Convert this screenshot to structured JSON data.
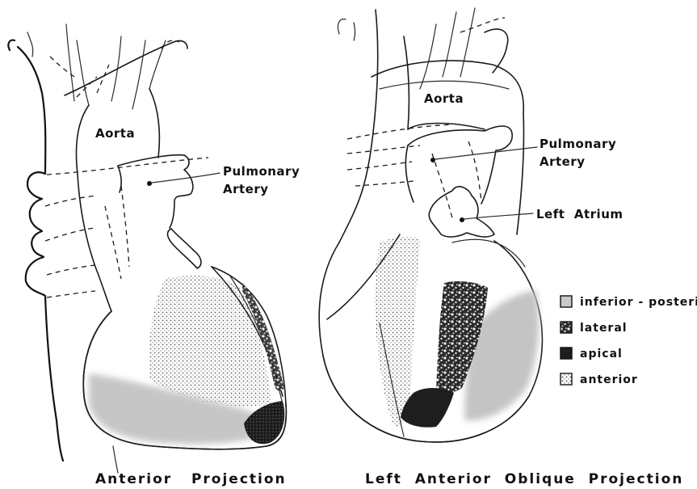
{
  "figure": {
    "left_panel": {
      "labels": {
        "aorta": "Aorta",
        "pulmonary_line1": "Pulmonary",
        "pulmonary_line2": "Artery"
      },
      "caption": "Anterior   Projection"
    },
    "right_panel": {
      "labels": {
        "aorta": "Aorta",
        "pulmonary_line1": "Pulmonary",
        "pulmonary_line2": "Artery",
        "left_atrium": "Left  Atrium"
      },
      "caption": "Left  Anterior  Oblique  Projection"
    },
    "legend": [
      {
        "label": "inferior - posterior",
        "pattern": "light-gray"
      },
      {
        "label": "lateral",
        "pattern": "mottled"
      },
      {
        "label": "apical",
        "pattern": "dark"
      },
      {
        "label": "anterior",
        "pattern": "dotted"
      }
    ],
    "colors": {
      "ink": "#111111",
      "inferior_posterior": "#c8c8c8",
      "apical": "#1e1e1e",
      "background": "#ffffff"
    }
  }
}
